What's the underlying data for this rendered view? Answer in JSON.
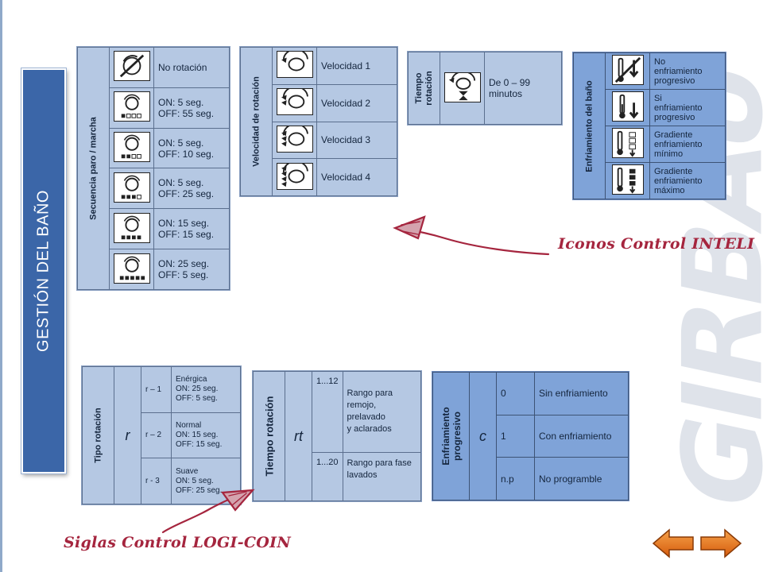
{
  "slide": {
    "side_title": "GESTIÓN DEL BAÑO",
    "watermark": "GIRBAU",
    "brand_color": "#3b66a8"
  },
  "inteli": {
    "sequence": {
      "label": "Secuencia paro / marcha",
      "rows": [
        {
          "icon": "no-rotation-icon",
          "text": "No rotación"
        },
        {
          "icon": "rotation-sequence-icon",
          "text": "ON: 5 seg.\nOFF: 55 seg."
        },
        {
          "icon": "rotation-sequence-icon",
          "text": "ON: 5 seg.\nOFF: 10 seg."
        },
        {
          "icon": "rotation-sequence-icon",
          "text": "ON: 5 seg.\nOFF: 25 seg."
        },
        {
          "icon": "rotation-sequence-icon",
          "text": "ON: 15 seg.\nOFF: 15 seg."
        },
        {
          "icon": "rotation-sequence-icon",
          "text": "ON: 25 seg.\nOFF: 5 seg."
        }
      ]
    },
    "speed": {
      "label": "Velocidad de rotación",
      "rows": [
        {
          "icon": "speed-1-icon",
          "text": "Velocidad 1"
        },
        {
          "icon": "speed-2-icon",
          "text": "Velocidad 2"
        },
        {
          "icon": "speed-3-icon",
          "text": "Velocidad 3"
        },
        {
          "icon": "speed-4-icon",
          "text": "Velocidad 4"
        }
      ]
    },
    "time": {
      "label": "Tiempo\nrotación",
      "icon": "rotation-timer-icon",
      "text": "De 0 – 99\nminutos"
    },
    "cooling": {
      "label": "Enfriamiento del baño",
      "rows": [
        {
          "icon": "no-cooling-icon",
          "text": "No\nenfriamiento\nprogresivo"
        },
        {
          "icon": "thermometer-cooling-icon",
          "text": "Si\nenfriamiento\nprogresivo"
        },
        {
          "icon": "gradient-min-icon",
          "text": "Gradiente\nenfriamiento\nmínimo"
        },
        {
          "icon": "gradient-max-icon",
          "text": "Gradiente\nenfriamiento\nmáximo"
        }
      ]
    }
  },
  "logicoin": {
    "rotation_type": {
      "label": "Tipo rotación",
      "symbol": "r",
      "rows": [
        {
          "code": "r – 1",
          "text": "Enérgica\nON: 25 seg.\nOFF: 5 seg."
        },
        {
          "code": "r – 2",
          "text": "Normal\nON: 15 seg.\nOFF: 15 seg."
        },
        {
          "code": "r - 3",
          "text": "Suave\nON: 5 seg.\nOFF: 25 seg."
        }
      ]
    },
    "rotation_time": {
      "label": "Tiempo rotación",
      "symbol": "rt",
      "rows": [
        {
          "code": "1...12",
          "text": "Rango para\nremojo, prelavado\ny aclarados"
        },
        {
          "code": "1...20",
          "text": "Rango para fase\nlavados"
        }
      ]
    },
    "cooling": {
      "label": "Enfriamiento\nprogresivo",
      "symbol": "c",
      "rows": [
        {
          "code": "0",
          "text": "Sin enfriamiento"
        },
        {
          "code": "1",
          "text": "Con enfriamiento"
        },
        {
          "code": "n.p",
          "text": "No programble"
        }
      ]
    }
  },
  "annotations": {
    "inteli_label": "Iconos Control INTELI",
    "logicoin_label": "Siglas Control LOGI-COIN",
    "color": "#a5253e"
  },
  "nav": {
    "prev_icon": "arrow-left-icon",
    "next_icon": "arrow-right-icon",
    "color": "#e8731a"
  }
}
